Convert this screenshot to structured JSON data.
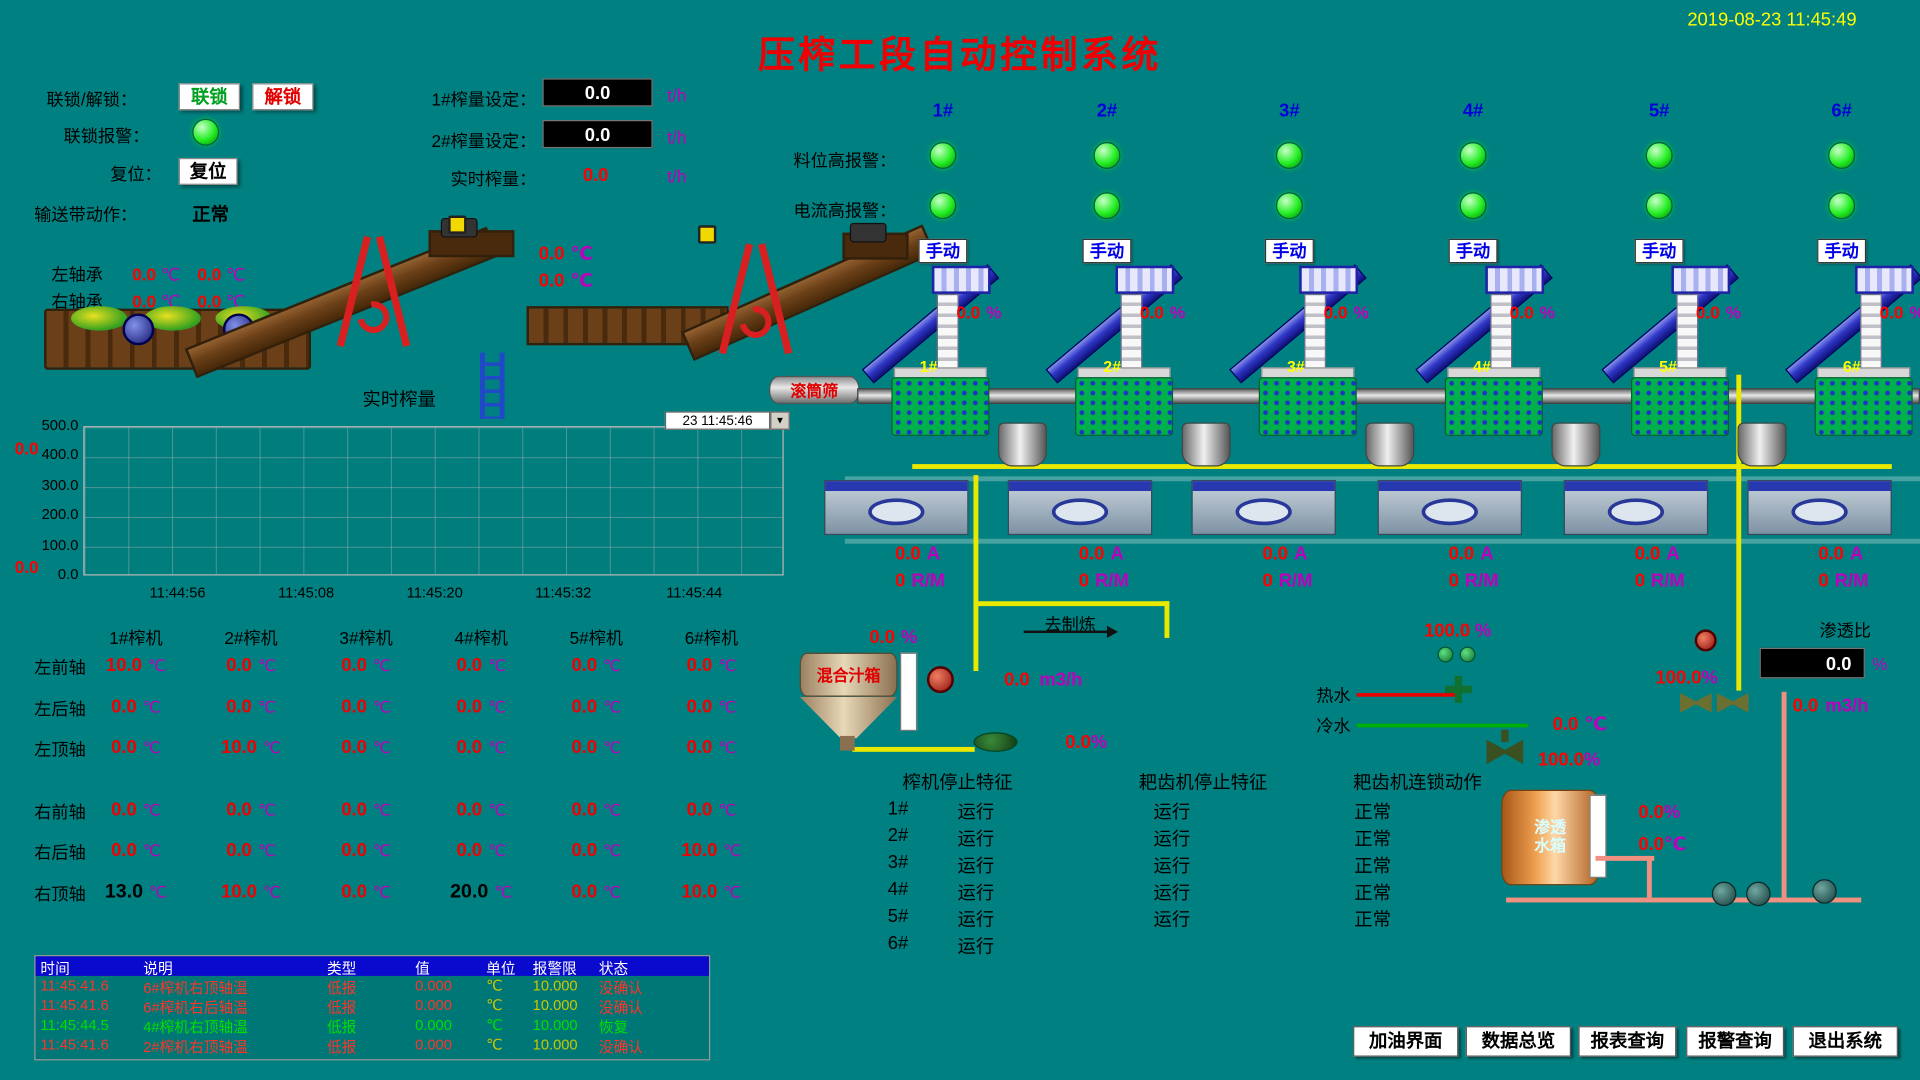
{
  "colors": {
    "background": "#008080",
    "title_red": "#FF0000",
    "value_red": "#FF0000",
    "unit_purple": "#BE00BE",
    "timestamp_yellow": "#FFFF00",
    "led_green": "#00E800",
    "alarm_header_blue": "#0A0ACE"
  },
  "header": {
    "timestamp": "2019-08-23 11:45:49",
    "title": "压榨工段自动控制系统"
  },
  "control_panel": {
    "interlock_label": "联锁/解锁：",
    "lock_btn": "联锁",
    "unlock_btn": "解锁",
    "interlock_alarm_label": "联锁报警：",
    "reset_label": "复位：",
    "reset_btn": "复位",
    "belt_label": "输送带动作：",
    "belt_status": "正常"
  },
  "setpoints": {
    "sp1_label": "1#榨量设定：",
    "sp1_value": "0.0",
    "sp2_label": "2#榨量设定：",
    "sp2_value": "0.0",
    "rt_label": "实时榨量：",
    "rt_value": "0.0",
    "unit": "t/h"
  },
  "bearings": {
    "left_label": "左轴承",
    "right_label": "右轴承",
    "left_v1": "0.0",
    "left_v2": "0.0",
    "right_v1": "0.0",
    "right_v2": "0.0",
    "mid_v1": "0.0",
    "mid_v2": "0.0",
    "unit": "℃"
  },
  "conveyor": {
    "chart_caption": "实时榨量",
    "drum_label": "滚筒筛"
  },
  "press_row": {
    "level_alarm_label": "料位高报警：",
    "current_alarm_label": "电流高报警：",
    "manual_btn": "手动",
    "pct_unit": "%",
    "amp_unit": "A",
    "rpm_unit": "R/M"
  },
  "presses": [
    {
      "id": "1#",
      "pct": "0.0",
      "amp": "0.0",
      "rpm": "0"
    },
    {
      "id": "2#",
      "pct": "0.0",
      "amp": "0.0",
      "rpm": "0"
    },
    {
      "id": "3#",
      "pct": "0.0",
      "amp": "0.0",
      "rpm": "0"
    },
    {
      "id": "4#",
      "pct": "0.0",
      "amp": "0.0",
      "rpm": "0"
    },
    {
      "id": "5#",
      "pct": "0.0",
      "amp": "0.0",
      "rpm": "0"
    },
    {
      "id": "6#",
      "pct": "0.0",
      "amp": "0.0",
      "rpm": "0"
    }
  ],
  "chart": {
    "time_selector": "23 11:45:46",
    "cursor_top": "0.0",
    "cursor_bottom": "0.0"
  },
  "chart_data": {
    "type": "line",
    "title": "实时榨量",
    "x_ticks": [
      "11:44:56",
      "11:45:08",
      "11:45:20",
      "11:45:32",
      "11:45:44"
    ],
    "y_ticks": [
      "500.0",
      "400.0",
      "300.0",
      "200.0",
      "100.0",
      "0.0"
    ],
    "ylim": [
      0,
      500
    ],
    "grid": true,
    "legend_position": "none",
    "series": [
      {
        "name": "实时榨量",
        "values": [
          0,
          0,
          0,
          0,
          0
        ]
      }
    ]
  },
  "temp_table": {
    "unit": "℃",
    "col_headers": [
      "1#榨机",
      "2#榨机",
      "3#榨机",
      "4#榨机",
      "5#榨机",
      "6#榨机"
    ],
    "rows": [
      {
        "label": "左前轴",
        "values": [
          "10.0",
          "0.0",
          "0.0",
          "0.0",
          "0.0",
          "0.0"
        ],
        "black_cols": []
      },
      {
        "label": "左后轴",
        "values": [
          "0.0",
          "0.0",
          "0.0",
          "0.0",
          "0.0",
          "0.0"
        ],
        "black_cols": []
      },
      {
        "label": "左顶轴",
        "values": [
          "0.0",
          "10.0",
          "0.0",
          "0.0",
          "0.0",
          "0.0"
        ],
        "black_cols": []
      },
      {
        "label": "右前轴",
        "values": [
          "0.0",
          "0.0",
          "0.0",
          "0.0",
          "0.0",
          "0.0"
        ],
        "black_cols": []
      },
      {
        "label": "右后轴",
        "values": [
          "0.0",
          "0.0",
          "0.0",
          "0.0",
          "0.0",
          "10.0"
        ],
        "black_cols": []
      },
      {
        "label": "右顶轴",
        "values": [
          "13.0",
          "10.0",
          "0.0",
          "20.0",
          "0.0",
          "10.0"
        ],
        "black_cols": [
          0,
          3
        ]
      }
    ]
  },
  "mix": {
    "level_value": "0.0",
    "level_unit": "%",
    "tank_label": "混合汁箱",
    "to_refine": "去制炼",
    "flow_value": "0.0",
    "flow_unit": "m3/h",
    "pct2_value": "0.0",
    "pct2_unit": "%"
  },
  "status_table": {
    "headers": [
      "榨机停止特征",
      "耙齿机停止特征",
      "耙齿机连锁动作"
    ],
    "rows": [
      {
        "id": "1#",
        "press_stop": "运行",
        "rake_stop": "运行",
        "rake_interlock": "正常"
      },
      {
        "id": "2#",
        "press_stop": "运行",
        "rake_stop": "运行",
        "rake_interlock": "正常"
      },
      {
        "id": "3#",
        "press_stop": "运行",
        "rake_stop": "运行",
        "rake_interlock": "正常"
      },
      {
        "id": "4#",
        "press_stop": "运行",
        "rake_stop": "运行",
        "rake_interlock": "正常"
      },
      {
        "id": "5#",
        "press_stop": "运行",
        "rake_stop": "运行",
        "rake_interlock": "正常"
      },
      {
        "id": "6#",
        "press_stop": "运行",
        "rake_stop": "",
        "rake_interlock": ""
      }
    ]
  },
  "right": {
    "v1": "100.0",
    "v1_unit": "%",
    "hot_label": "热水",
    "cold_label": "冷水",
    "v2": "100.0",
    "v2_unit": "%",
    "t1": "0.0",
    "t1_unit": "℃",
    "v3": "100.0",
    "v3_unit": "%",
    "ratio_label": "渗透比",
    "ratio_value": "0.0",
    "ratio_unit": "%",
    "flow_value": "0.0",
    "flow_unit": "m3/h",
    "tank_label": "渗透水箱",
    "p1": "0.0",
    "p1_unit": "%",
    "t2": "0.0",
    "t2_unit": "℃"
  },
  "alarm_table": {
    "headers": [
      "时间",
      "说明",
      "类型",
      "值",
      "单位",
      "报警限",
      "状态"
    ],
    "rows": [
      {
        "time": "11:45:41.6",
        "desc": "6#榨机右顶轴温",
        "type": "低报",
        "value": "0.000",
        "unit": "℃",
        "limit": "10.000",
        "status": "没确认",
        "state": "unacked"
      },
      {
        "time": "11:45:41.6",
        "desc": "6#榨机右后轴温",
        "type": "低报",
        "value": "0.000",
        "unit": "℃",
        "limit": "10.000",
        "status": "没确认",
        "state": "unacked"
      },
      {
        "time": "11:45:44.5",
        "desc": "4#榨机右顶轴温",
        "type": "低报",
        "value": "0.000",
        "unit": "℃",
        "limit": "10.000",
        "status": "恢复",
        "state": "restored"
      },
      {
        "time": "11:45:41.6",
        "desc": "2#榨机右顶轴温",
        "type": "低报",
        "value": "0.000",
        "unit": "℃",
        "limit": "10.000",
        "status": "没确认",
        "state": "unacked"
      }
    ]
  },
  "nav": {
    "buttons": [
      "加油界面",
      "数据总览",
      "报表查询",
      "报警查询",
      "退出系统"
    ]
  }
}
